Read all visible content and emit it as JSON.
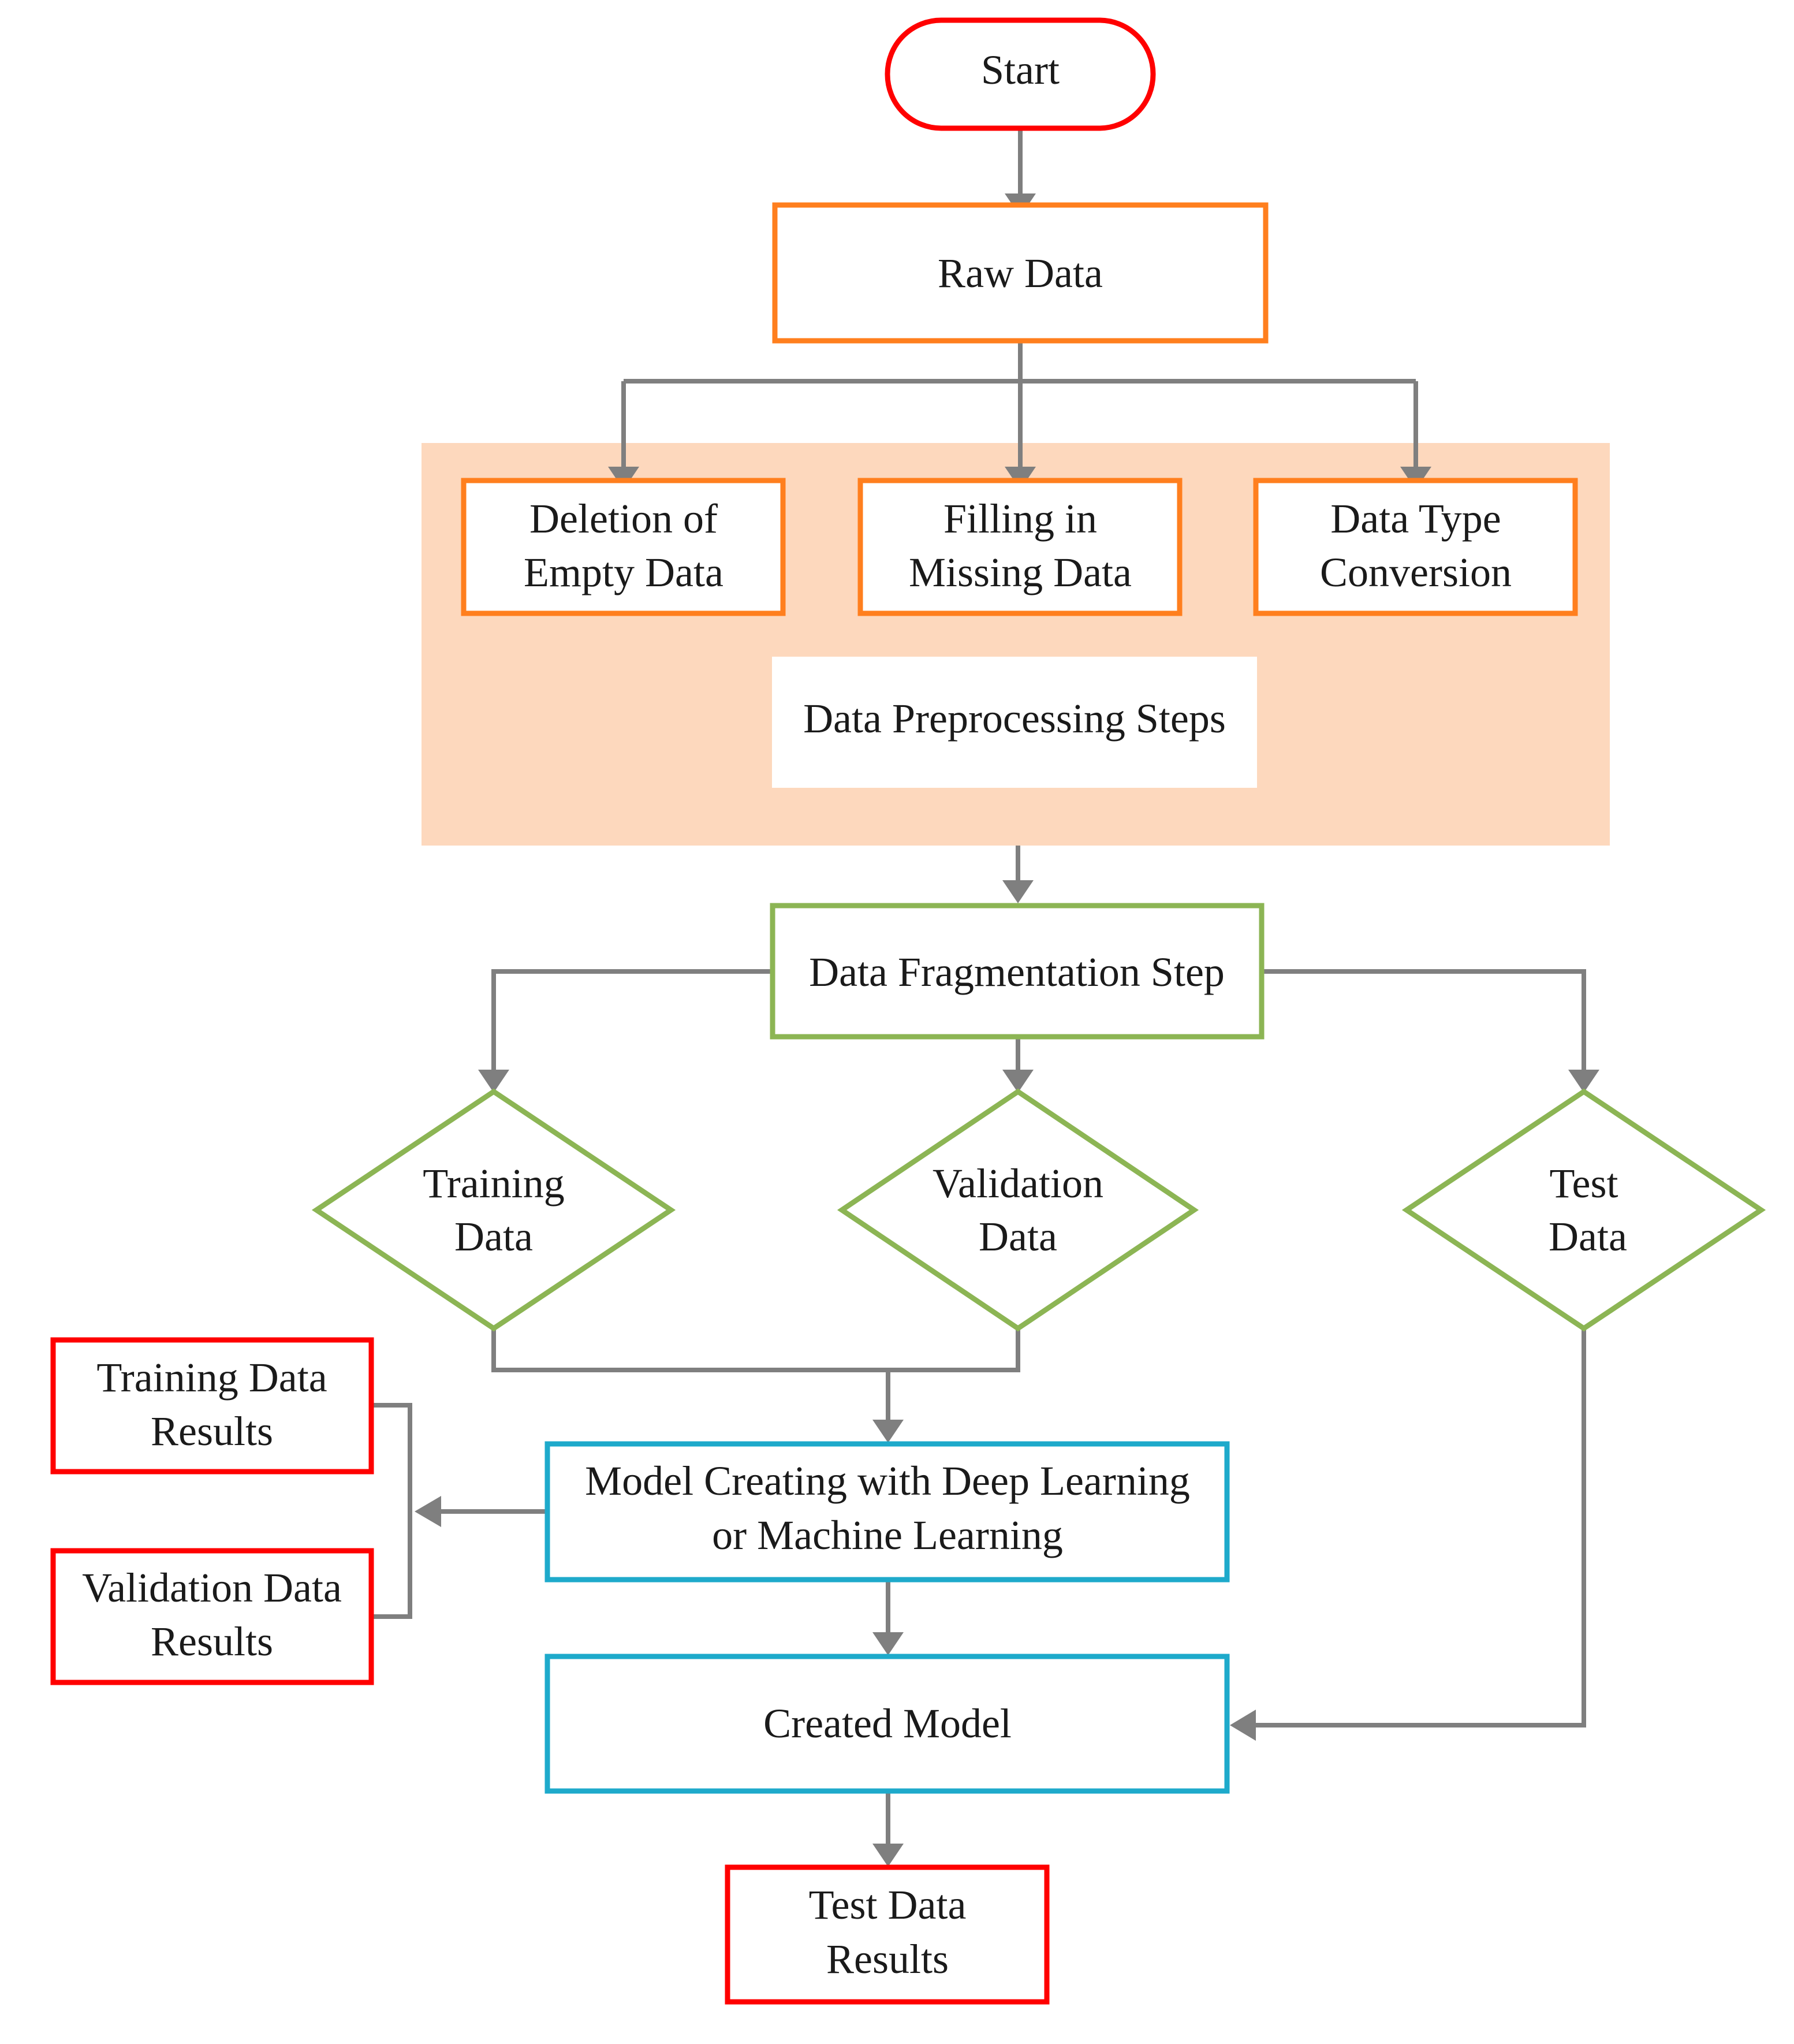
{
  "colors": {
    "terminal": "#ff0000",
    "preprocess": "#ff7f1e",
    "preprocess_panel": "#fdd8bd",
    "fragmentation": "#8cb554",
    "model": "#1eaacb",
    "connector": "#7f7f7f",
    "text": "#1a1a1a"
  },
  "nodes": {
    "start": {
      "lines": [
        "Start"
      ]
    },
    "raw_data": {
      "lines": [
        "Raw Data"
      ]
    },
    "deletion": {
      "lines": [
        "Deletion of",
        "Empty Data"
      ]
    },
    "filling": {
      "lines": [
        "Filling in",
        "Missing Data"
      ]
    },
    "type_conversion": {
      "lines": [
        "Data Type",
        "Conversion"
      ]
    },
    "preprocessing_label": {
      "lines": [
        "Data Preprocessing Steps"
      ]
    },
    "fragmentation": {
      "lines": [
        "Data Fragmentation Step"
      ]
    },
    "training": {
      "lines": [
        "Training",
        "Data"
      ]
    },
    "validation": {
      "lines": [
        "Validation",
        "Data"
      ]
    },
    "test": {
      "lines": [
        "Test",
        "Data"
      ]
    },
    "training_results": {
      "lines": [
        "Training Data",
        "Results"
      ]
    },
    "validation_results": {
      "lines": [
        "Validation Data",
        "Results"
      ]
    },
    "model_creating": {
      "lines": [
        "Model Creating with Deep Learning",
        "or Machine Learning"
      ]
    },
    "created_model": {
      "lines": [
        "Created Model"
      ]
    },
    "test_results": {
      "lines": [
        "Test Data",
        "Results"
      ]
    }
  }
}
